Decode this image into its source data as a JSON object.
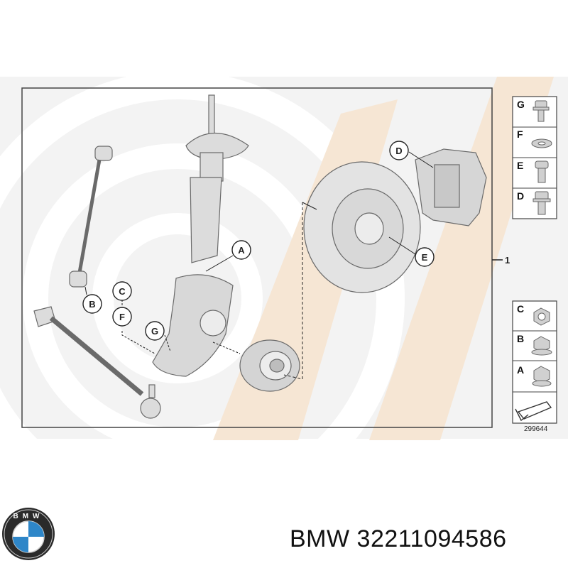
{
  "diagram": {
    "assembly_label": "1",
    "diagram_number": "299644",
    "callouts": {
      "a": "A",
      "b": "B",
      "c": "C",
      "d": "D",
      "e": "E",
      "f": "F",
      "g": "G"
    },
    "legend_top": [
      "G",
      "F",
      "E",
      "D"
    ],
    "legend_bottom": [
      "C",
      "B",
      "A"
    ]
  },
  "brand": {
    "logo_letters": "BMW",
    "caption": "BMW 32211094586"
  },
  "colors": {
    "watermark_gray": "#ececec",
    "watermark_beige": "#f6e6d4",
    "frame": "#444444",
    "part_fill": "#dcdcdc",
    "part_stroke": "#6a6a6a",
    "bmw_blue": "#2e86c8"
  }
}
